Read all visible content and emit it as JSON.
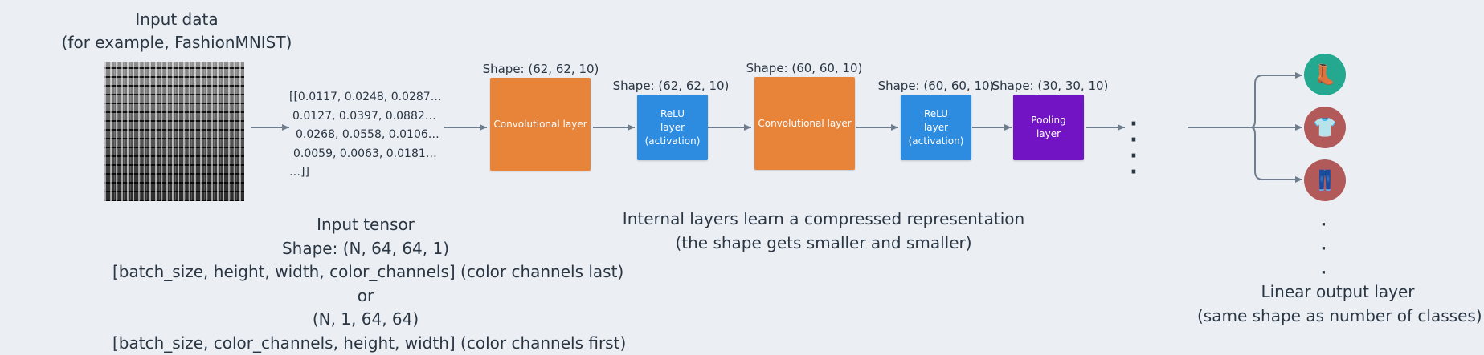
{
  "input": {
    "title_line1": "Input data",
    "title_line2": "(for example, FashionMNIST)",
    "image_alt": "FashionMNIST sample grid"
  },
  "tensor_values": [
    "[[0.0117, 0.0248,  0.0287…",
    "0.0127, 0.0397,  0.0882…",
    "0.0268, 0.0558, 0.0106…",
    "0.0059, 0.0063, 0.0181…",
    "…]]"
  ],
  "layers": [
    {
      "label": "Convolutional layer",
      "shape": "Shape: (62, 62, 10)",
      "color": "#e8843a"
    },
    {
      "label": "ReLU\nlayer\n(activation)",
      "shape": "Shape: (62, 62, 10)",
      "color": "#2d8be0"
    },
    {
      "label": "Convolutional layer",
      "shape": "Shape: (60, 60, 10)",
      "color": "#e8843a"
    },
    {
      "label": "ReLU\nlayer\n(activation)",
      "shape": "Shape: (60, 60, 10)",
      "color": "#2d8be0"
    },
    {
      "label": "Pooling\nlayer",
      "shape": "Shape: (30, 30, 10)",
      "color": "#7214c3"
    }
  ],
  "ellipsis": "· · · ·",
  "outputs": [
    {
      "icon": "boot-icon",
      "glyph": "👢",
      "color": "#24a88f"
    },
    {
      "icon": "tshirt-icon",
      "glyph": "👕",
      "color": "#b2595a"
    },
    {
      "icon": "trousers-icon",
      "glyph": "👖",
      "color": "#b2595a"
    }
  ],
  "input_tensor_text": [
    "Input tensor",
    "Shape: (N, 64, 64, 1)",
    "[batch_size, height, width, color_channels]  (color channels last)",
    "or",
    "(N, 1, 64, 64)",
    "[batch_size, color_channels, height, width] (color channels first)"
  ],
  "internal_text": {
    "line1": "Internal layers learn a compressed representation",
    "line2": "(the shape gets smaller and smaller)"
  },
  "output_text": {
    "line1": "Linear output layer",
    "line2": "(same shape as number of classes)"
  },
  "colors": {
    "background": "#ebeff4",
    "arrow": "#6f7d8c",
    "text": "#2b3643"
  }
}
